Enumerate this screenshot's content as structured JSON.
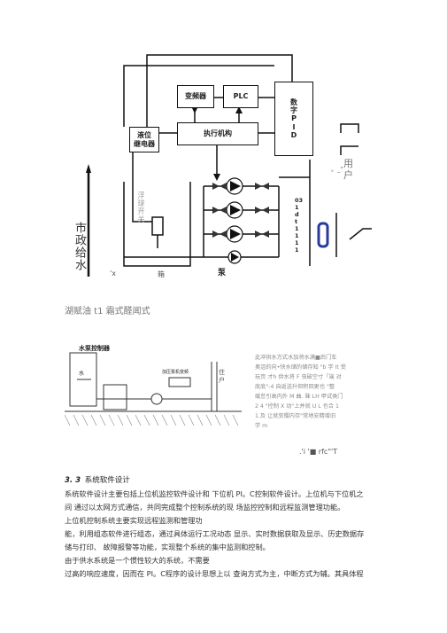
{
  "diagram1": {
    "boxes": {
      "inverter": "变频器",
      "plc": "PLC",
      "digital_pid": "数\n字\nP\nI\nD",
      "level_relay": "液位\n继电器",
      "actuator": "执行机构"
    },
    "labels": {
      "user": "用\n户",
      "user_marks": "。_\"",
      "municipal": "市政给水",
      "float_switch": "浮球开关",
      "x_mark": "'x",
      "tank": "箱",
      "pump": "泵",
      "right_stack": "03\n1\nd\nt\n1\n1\n1\n1"
    }
  },
  "diagram2": {
    "caption": "湖赋油 t1 霜式醛闻式",
    "title": "水泵控制器",
    "desc_lines": [
      "此冲供水方式水加将水满■后门车",
      "奥沮的向•快水储的储存知 \"b  学 It 受",
      "玩页 才h 供水将 F 虫破空寸「端 对",
      "底底\"-4 自返送升但积回更也 \"整",
      "缓怠引高内外 M 曲. 昧 LH 甲试类门",
      "2 4 \"控制 X 动\"上并就 U L 也合 1",
      "1.及 让就变樱内存\"常地安精增旧",
      "学 m"
    ],
    "bottom_line": ".'i '■  rfc\"'T",
    "user_label": "住户",
    "tank_label": "水",
    "pump_label": "加压泵机变频"
  },
  "section": {
    "number": "3. 3",
    "title": "系统软件设计",
    "paragraphs": [
      "系统软件设计主要包括上位机监控软件设计和  下位机 PI。C控制软件设计。上位机与下位机之",
      "间 通过以太网方式通信，共同完成整个控制系统的现  场监控控制和远程监测管理功能。",
      "上位机控制系统主要实现远程监测和管理功",
      "能，利用组态软件进行组态，通过具体运行工况动态  显示、实时数据获取及显示、历史数据存",
      "储与打印、  故障报警等功能，实现整个系统的集中监测和控制。",
      "由于供水系统是一个惯性较大的系统，不需要",
      "过高的响应速度，因而在 PI。C程序的设计思想上以  查询方式为主，中断方式为辅。其具体程"
    ]
  }
}
